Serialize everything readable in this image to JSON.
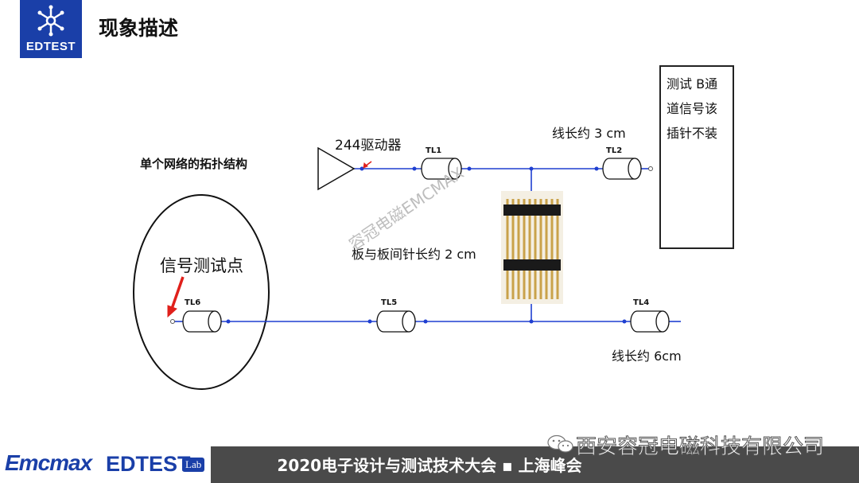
{
  "header": {
    "logo_text": "EDTEST",
    "title": "现象描述"
  },
  "diagram": {
    "topology_label": "单个网络的拓扑结构",
    "driver_label": "244驱动器",
    "tl_labels": [
      "TL1",
      "TL2",
      "TL4",
      "TL5",
      "TL6"
    ],
    "wire_length_top": "线长约 3 cm",
    "board_pin_length": "板与板间针长约 2 cm",
    "wire_length_bottom": "线长约 6cm",
    "test_point_label": "信号测试点",
    "note_lines": [
      "测试 B通",
      "道信号该",
      "插针不装"
    ]
  },
  "watermark": "容冠电磁EMCMAX",
  "footer": {
    "emcmax": "Emcmax",
    "edtest": "EDTEST",
    "lab": "Lab",
    "conference": "2020电子设计与测试技术大会 ▪ 上海峰会",
    "company": "西安容冠电磁科技有限公司"
  },
  "colors": {
    "brand_blue": "#1a3fa8",
    "wire_blue": "#1f3fd1",
    "arrow_red": "#e0201b"
  }
}
